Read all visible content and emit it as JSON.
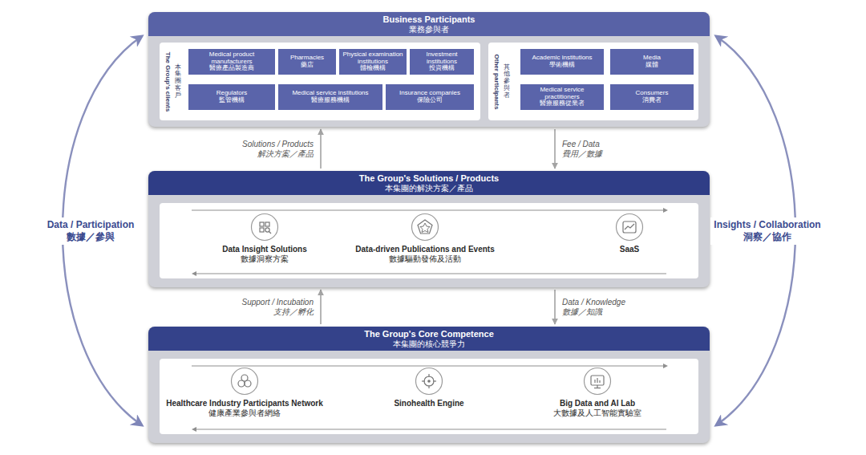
{
  "diagram": {
    "nodes": [
      {
        "text": [
          "Business Participants",
          "業務參與者"
        ]
      },
      {
        "text": [
          "The Group's clients",
          "本集團客戶"
        ],
        "in": 0
      },
      {
        "text": [
          "Medical product manufacturers",
          "醫療產品製造商"
        ],
        "in": 1
      },
      {
        "text": [
          "Pharmacies",
          "藥店"
        ],
        "in": 1
      },
      {
        "text": [
          "Physical examination institutions",
          "體檢機構"
        ],
        "in": 1
      },
      {
        "text": [
          "Investment institutions",
          "投資機構"
        ],
        "in": 1
      },
      {
        "text": [
          "Regulators",
          "監管機構"
        ],
        "in": 1
      },
      {
        "text": [
          "Medical service institutions",
          "醫療服務機構"
        ],
        "in": 1
      },
      {
        "text": [
          "Insurance companies",
          "保險公司"
        ],
        "in": 1
      },
      {
        "text": [
          "Other participants",
          "其他參與者"
        ],
        "in": 0
      },
      {
        "text": [
          "Academic institutions",
          "學術機構"
        ],
        "in": 9
      },
      {
        "text": [
          "Media",
          "媒體"
        ],
        "in": 9
      },
      {
        "text": [
          "Medical service practitioners",
          "醫療服務從業者"
        ],
        "in": 9
      },
      {
        "text": [
          "Consumers",
          "消費者"
        ],
        "in": 9
      },
      {
        "text": [
          "The Group's Solutions / Products",
          "本集團的解決方案／產品"
        ]
      },
      {
        "text": [
          "Data Insight Solutions",
          "數據洞察方案"
        ],
        "in": 14
      },
      {
        "text": [
          "Data-driven Publications and Events",
          "數據驅動發佈及活動"
        ],
        "in": 14
      },
      {
        "text": [
          "SaaS"
        ],
        "in": 14
      },
      {
        "text": [
          "The Group's Core Competence",
          "本集團的核心競爭力"
        ]
      },
      {
        "text": [
          "Healthcare Industry Participants Network",
          "健康產業參與者網絡"
        ],
        "in": 18
      },
      {
        "text": [
          "Sinohealth Engine"
        ],
        "in": 18
      },
      {
        "text": [
          "Big Data and AI Lab",
          "大數據及人工智能實驗室"
        ],
        "in": 18
      }
    ],
    "edges": [
      {
        "from": 14,
        "to": 0,
        "arrow": "to",
        "label": "Solutions / Products 解決方案／產品"
      },
      {
        "from": 0,
        "to": 14,
        "arrow": "to",
        "label": "Fee / Data 費用／數據"
      },
      {
        "from": 18,
        "to": 14,
        "arrow": "to",
        "label": "Support / Incubation 支持／孵化"
      },
      {
        "from": 14,
        "to": 18,
        "arrow": "to",
        "label": "Data / Knowledge 數據／知識"
      },
      {
        "from": 0,
        "to": 18,
        "arrow": "both",
        "label": "Data / Participation 數據／參與"
      },
      {
        "from": 0,
        "to": 18,
        "arrow": "both",
        "label": "Insights / Collaboration 洞察／協作"
      }
    ]
  }
}
